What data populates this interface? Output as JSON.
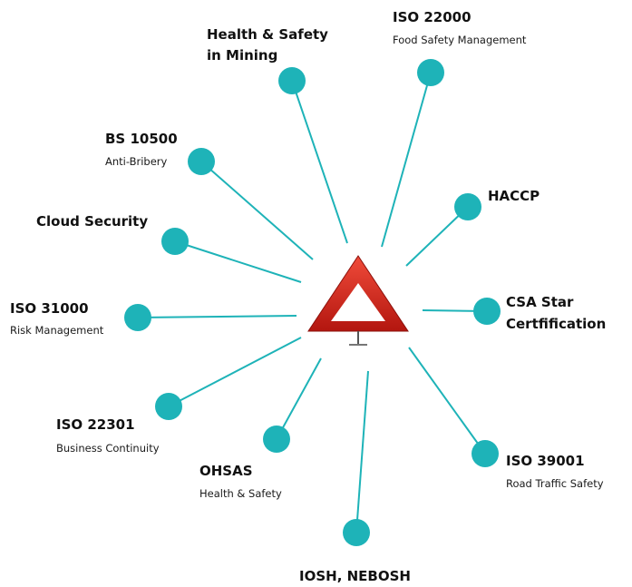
{
  "colors": {
    "spoke": "#1eb3b8",
    "node": "#1eb3b8",
    "warning_red": "#d9251c",
    "text": "#111111"
  },
  "center": {
    "icon": "warning-triangle-icon"
  },
  "nodes": [
    {
      "id": "health-safety-mining",
      "title_lines": [
        "Health & Safety",
        "in Mining"
      ],
      "subtitle": ""
    },
    {
      "id": "iso-22000",
      "title_lines": [
        "ISO 22000"
      ],
      "subtitle": "Food Safety Management"
    },
    {
      "id": "bs-10500",
      "title_lines": [
        "BS 10500"
      ],
      "subtitle": "Anti-Bribery"
    },
    {
      "id": "haccp",
      "title_lines": [
        "HACCP"
      ],
      "subtitle": ""
    },
    {
      "id": "cloud-security",
      "title_lines": [
        "Cloud Security"
      ],
      "subtitle": ""
    },
    {
      "id": "csa-star",
      "title_lines": [
        "CSA Star",
        "Certfification"
      ],
      "subtitle": ""
    },
    {
      "id": "iso-31000",
      "title_lines": [
        "ISO 31000"
      ],
      "subtitle": "Risk Management"
    },
    {
      "id": "iso-22301",
      "title_lines": [
        "ISO 22301"
      ],
      "subtitle": "Business Continuity"
    },
    {
      "id": "ohsas",
      "title_lines": [
        "OHSAS"
      ],
      "subtitle": "Health & Safety"
    },
    {
      "id": "iso-39001",
      "title_lines": [
        "ISO 39001"
      ],
      "subtitle": "Road Traffic Safety"
    },
    {
      "id": "iosh-nebosh",
      "title_lines": [
        "IOSH, NEBOSH"
      ],
      "subtitle": ""
    }
  ]
}
